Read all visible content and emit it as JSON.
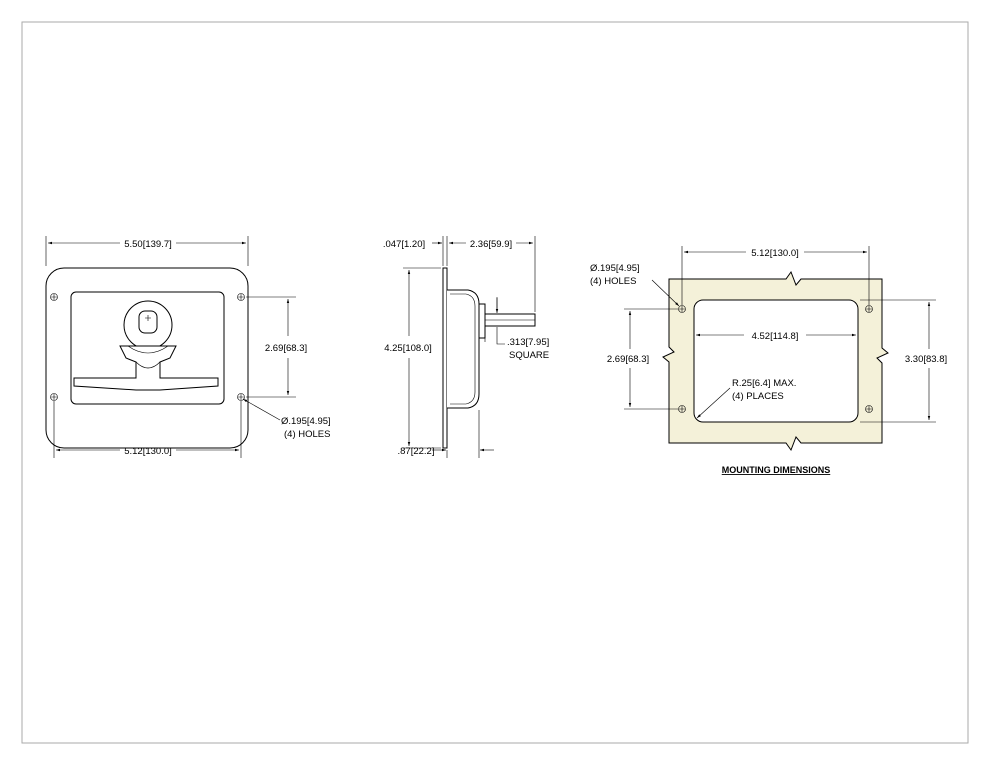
{
  "front_view": {
    "width_outer": "5.50[139.7]",
    "hole_spacing_h": "5.12[130.0]",
    "hole_spacing_v": "2.69[68.3]",
    "hole_dia": "Ø.195[4.95]",
    "hole_count": "(4) HOLES"
  },
  "side_view": {
    "flange_thickness": ".047[1.20]",
    "overall_depth": "2.36[59.9]",
    "height": "4.25[108.0]",
    "shaft_square": ".313[7.95]",
    "shaft_square_note": "SQUARE",
    "pan_depth": ".87[22.2]"
  },
  "mounting": {
    "hole_spacing_h": "5.12[130.0]",
    "hole_dia": "Ø.195[4.95]",
    "hole_count": "(4) HOLES",
    "cutout_width": "4.52[114.8]",
    "hole_spacing_v": "2.69[68.3]",
    "cutout_height": "3.30[83.8]",
    "corner_radius": "R.25[6.4] MAX.",
    "corner_places": "(4) PLACES",
    "title": "MOUNTING DIMENSIONS"
  }
}
